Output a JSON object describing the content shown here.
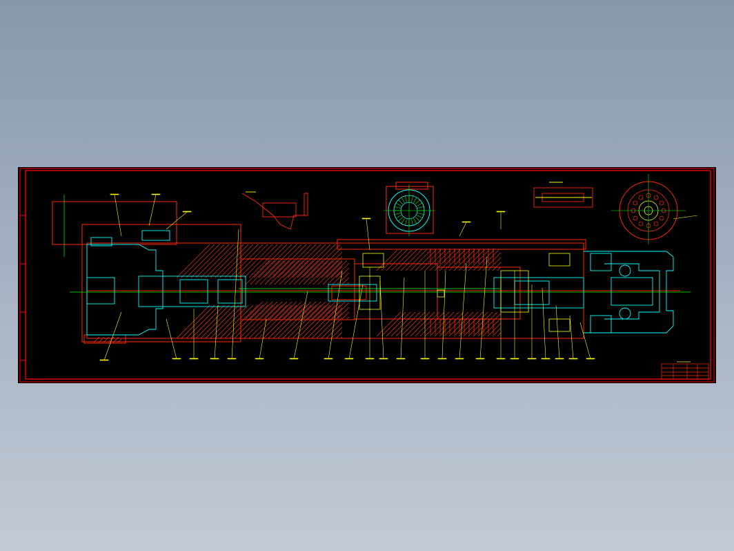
{
  "viewer": {
    "background_top": "#8797ac",
    "background_bottom": "#c2c9d5"
  },
  "drawing": {
    "sheet_color": "#000000",
    "colors": {
      "frame": "#ff0000",
      "outline": "#ff2a00",
      "hatch": "#ff3b1a",
      "cyan_parts": "#00ffff",
      "leaders": "#ffff00",
      "centerlines": "#00ff00",
      "labels": "#ffff00"
    },
    "views": [
      "main-section-view",
      "detail-view-top-left",
      "bearing-end-view",
      "detail-view-top-right",
      "flange-end-view"
    ],
    "title_block": "title-block"
  }
}
